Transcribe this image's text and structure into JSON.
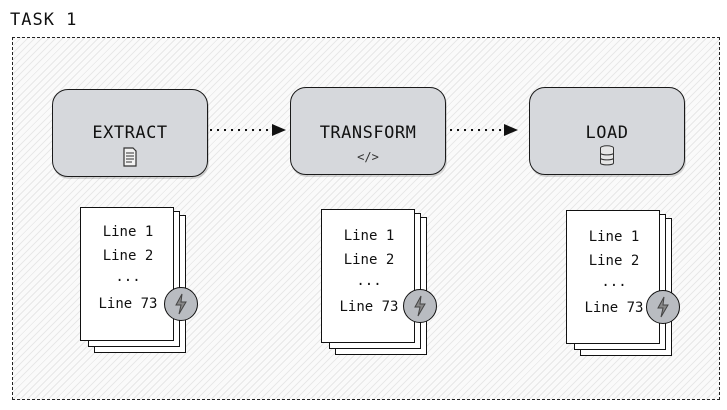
{
  "task": {
    "label": "TASK 1"
  },
  "stages": [
    {
      "label": "EXTRACT",
      "icon": "document-icon"
    },
    {
      "label": "TRANSFORM",
      "icon": "code-icon",
      "icon_text": "</>"
    },
    {
      "label": "LOAD",
      "icon": "database-icon"
    }
  ],
  "documents": [
    {
      "lines": [
        "Line 1",
        "Line 2",
        "...",
        "Line 73"
      ],
      "badge_icon": "lightning-icon"
    },
    {
      "lines": [
        "Line 1",
        "Line 2",
        "...",
        "Line 73"
      ],
      "badge_icon": "lightning-icon"
    },
    {
      "lines": [
        "Line 1",
        "Line 2",
        "...",
        "Line 73"
      ],
      "badge_icon": "lightning-icon"
    }
  ],
  "colors": {
    "stage_fill": "#d6d8dc",
    "badge_fill": "#b9bcc1",
    "outline": "#111111"
  }
}
